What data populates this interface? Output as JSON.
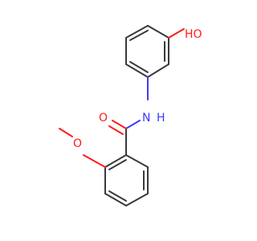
{
  "molecule": {
    "atoms": {
      "hydroxyl": "HO",
      "amide_nitrogen": "N",
      "amide_hydrogen": "H",
      "carbonyl_oxygen": "O",
      "methoxy_oxygen": "O"
    },
    "colors": {
      "bond": "#3a3a3a",
      "oxygen": "#ff1a1a",
      "nitrogen": "#3a3aff"
    }
  }
}
